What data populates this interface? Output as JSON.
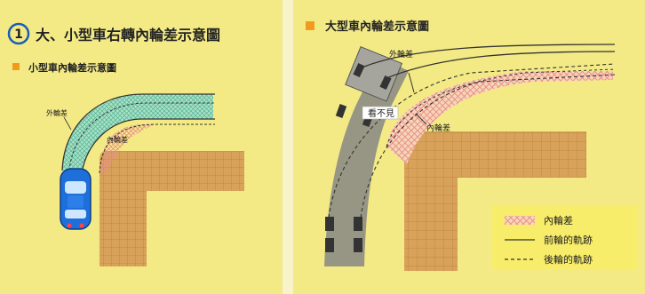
{
  "left_panel": {
    "number": "1",
    "title": "大、小型車右轉內輪差示意圖",
    "subtitle": "小型車內輪差示意圖",
    "label_outer": "外輪差",
    "label_inner": "內輪差"
  },
  "right_panel": {
    "title": "大型車內輪差示意圖",
    "label_outer": "外輪差",
    "label_blind": "看不見",
    "label_inner": "內輪差"
  },
  "legend": {
    "items": [
      {
        "label": "內輪差",
        "symbol": "hatch"
      },
      {
        "label": "前輪的軌跡",
        "symbol": "solid-line"
      },
      {
        "label": "後輪的軌跡",
        "symbol": "dashed-line"
      }
    ]
  },
  "colors": {
    "background": "#f3ea86",
    "accent_square": "#f29a1e",
    "number_circle": "#1c5db3",
    "brick": "#d9a25a",
    "brick_grid": "#bf8440",
    "hatch": "#e99a9a",
    "car_blue": "#1e6fd9",
    "truck_gray": "#8d8d84",
    "outer_gap_fill": "#7fd6c8"
  }
}
